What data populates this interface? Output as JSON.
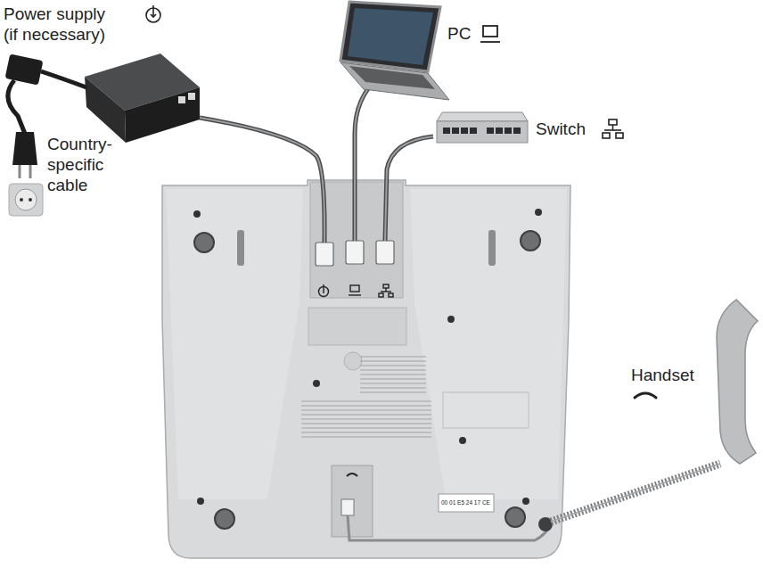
{
  "diagram": {
    "labels": [
      "Power supply",
      "(if necessary)",
      "Country-specific cable",
      "PC",
      "Switch",
      "Handset",
      "00 01 E5 24 17 CE"
    ]
  }
}
